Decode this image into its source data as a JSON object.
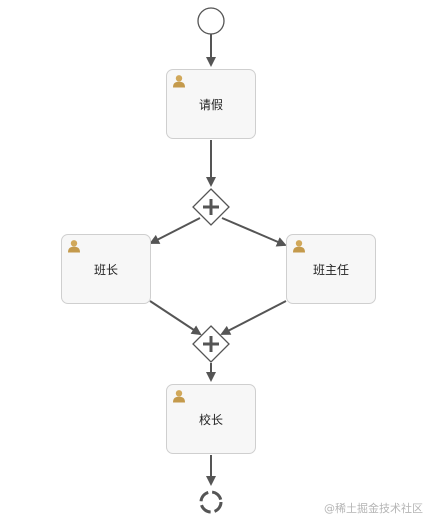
{
  "diagram": {
    "tasks": [
      {
        "id": "qingjia",
        "label": "请假"
      },
      {
        "id": "banzhang",
        "label": "班长"
      },
      {
        "id": "banzhuren",
        "label": "班主任"
      },
      {
        "id": "xiaozhang",
        "label": "校长"
      }
    ],
    "gateway_symbol": "+",
    "watermark": "@稀土掘金技术社区"
  }
}
